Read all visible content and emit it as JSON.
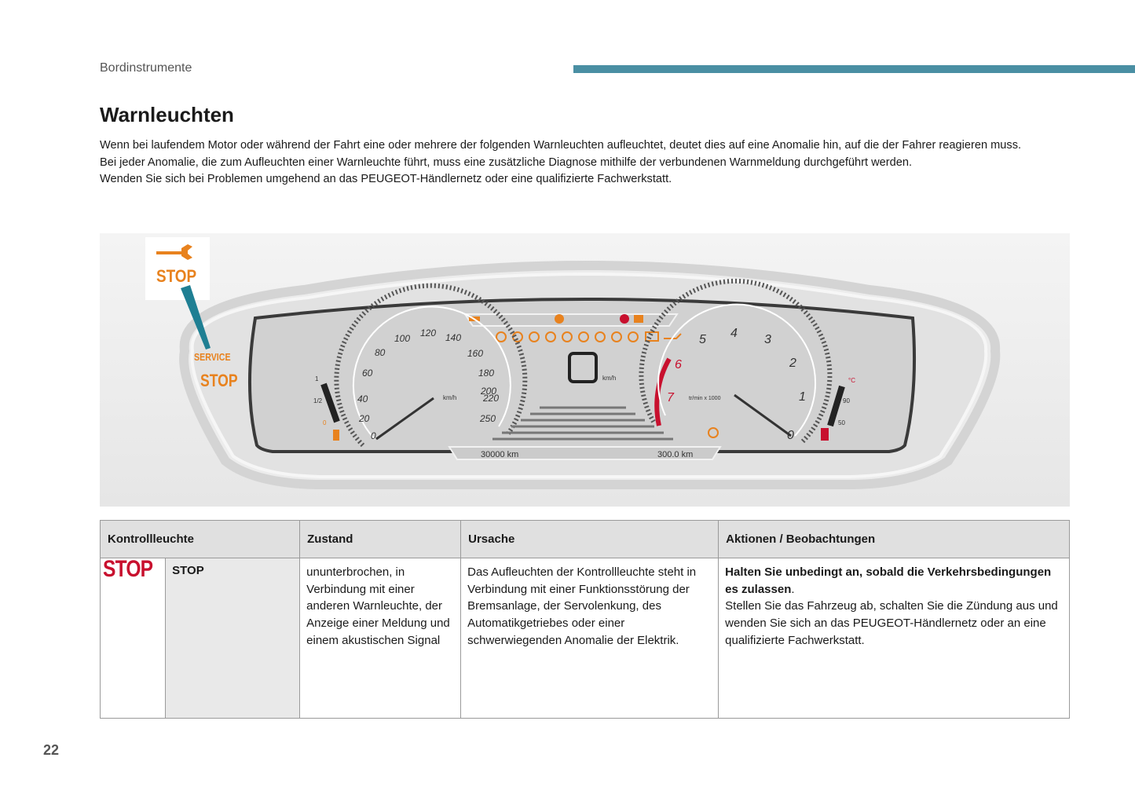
{
  "header": {
    "section": "Bordinstrumente"
  },
  "title": "Warnleuchten",
  "intro": {
    "line1": "Wenn bei laufendem Motor oder während der Fahrt eine oder mehrere der folgenden Warnleuchten aufleuchtet, deutet dies auf eine Anomalie hin, auf die der Fahrer reagieren muss.",
    "line2": "Bei jeder Anomalie, die zum Aufleuchten einer Warnleuchte führt, muss eine zusätzliche Diagnose mithilfe der verbundenen Warnmeldung durchgeführt werden.",
    "line3": "Wenden Sie sich bei Problemen umgehend an das PEUGEOT-Händlernetz oder eine qualifizierte Fachwerkstatt."
  },
  "figure": {
    "callout_stop": "STOP",
    "service_label": "SERVICE",
    "service_stop": "STOP",
    "speed_labels": [
      "0",
      "20",
      "40",
      "60",
      "80",
      "100",
      "120",
      "140",
      "160",
      "180",
      "200",
      "220",
      "250"
    ],
    "speed_unit": "km/h",
    "center_unit": "km/h",
    "rpm_labels": [
      "0",
      "1",
      "2",
      "3",
      "4",
      "5",
      "6",
      "7"
    ],
    "rpm_unit": "tr/min x 1000",
    "fuel_labels": [
      "1",
      "1/2",
      "0"
    ],
    "temp_labels": [
      "°C",
      "90",
      "50"
    ],
    "odometer": "30000 km",
    "trip": "300.0 km"
  },
  "table": {
    "headers": [
      "Kontrollleuchte",
      "Zustand",
      "Ursache",
      "Aktionen / Beobachtungen"
    ],
    "row": {
      "icon_text": "STOP",
      "name": "STOP",
      "state": "ununterbrochen, in Verbindung mit einer anderen Warnleuchte, der Anzeige einer Meldung und einem akustischen Signal",
      "cause": "Das Aufleuchten der Kontrollleuchte steht in Verbindung mit einer Funktionsstörung der Bremsanlage, der Servolenkung, des Automatikgetriebes oder einer schwerwiegenden Anomalie der Elektrik.",
      "action_bold": "Halten Sie unbedingt an, sobald die Verkehrsbedingungen es zulassen",
      "action_bold_end": ".",
      "action_rest": "Stellen Sie das Fahrzeug ab, schalten Sie die Zündung aus und wenden Sie sich an das PEUGEOT-Händlernetz oder an eine qualifizierte Fachwerkstatt."
    }
  },
  "page_number": "22",
  "colors": {
    "accent_bar": "#4a8fa3",
    "stop_red": "#c8102e",
    "warning_orange": "#e8821e"
  }
}
